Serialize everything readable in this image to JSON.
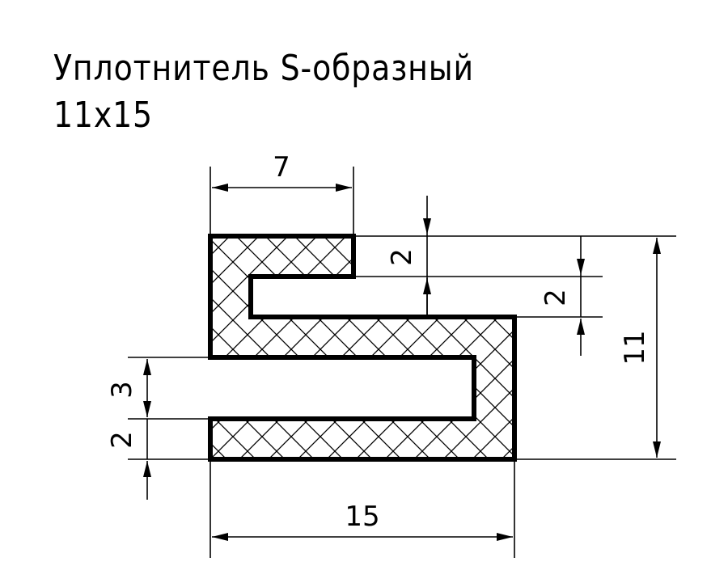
{
  "title": {
    "line1": "Уплотнитель S-образный",
    "line2": "11х15"
  },
  "dimensions": {
    "top_width": "7",
    "top_flange_thickness": "2",
    "slot_height": "2",
    "total_height": "11",
    "bottom_gap": "3",
    "bottom_flange_thickness": "2",
    "total_width": "15"
  },
  "colors": {
    "ink": "#000000",
    "background": "#ffffff"
  }
}
